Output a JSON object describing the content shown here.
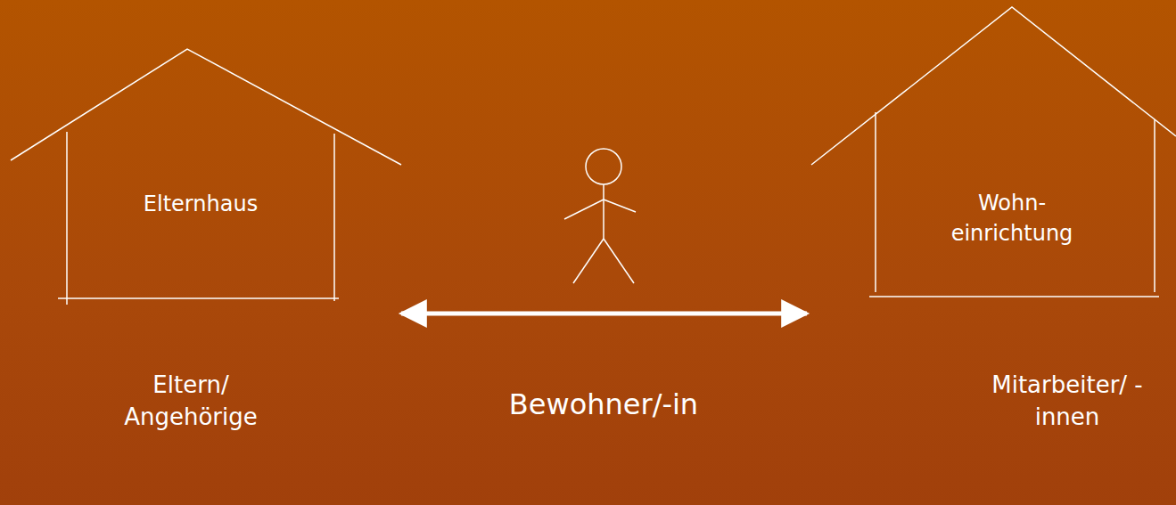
{
  "diagram": {
    "nodes": [
      {
        "text": [
          "Elternhaus"
        ]
      },
      {
        "text": [
          "Wohn- einrichtung"
        ]
      }
    ],
    "edges": [
      {
        "from": 0,
        "to": 1,
        "arrow": "both"
      }
    ],
    "labels": [
      "Eltern/ Angehörige",
      "Bewohner/-in",
      "Mitarbeiter/ -innen"
    ]
  }
}
